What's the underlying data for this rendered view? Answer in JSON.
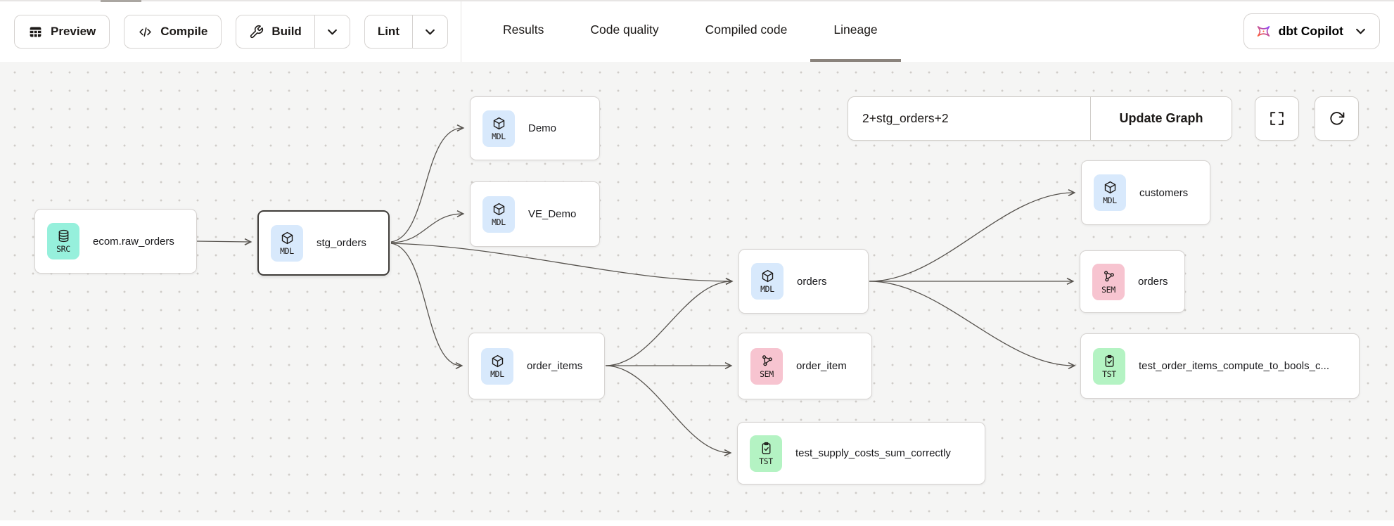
{
  "toolbar": {
    "preview_label": "Preview",
    "compile_label": "Compile",
    "build_label": "Build",
    "lint_label": "Lint",
    "copilot_label": "dbt Copilot"
  },
  "tabs": [
    {
      "label": "Results",
      "active": false
    },
    {
      "label": "Code quality",
      "active": false
    },
    {
      "label": "Compiled code",
      "active": false
    },
    {
      "label": "Lineage",
      "active": true
    }
  ],
  "graph_controls": {
    "selector_value": "2+stg_orders+2",
    "update_button_label": "Update Graph"
  },
  "colors": {
    "src_badge": "#96f0dc",
    "mdl_badge": "#d8e9fc",
    "sem_badge": "#f7c4d0",
    "tst_badge": "#b4f3c3",
    "active_tab_underline": "#8a837c",
    "canvas_background": "#f5f5f4",
    "edge_stroke": "#57534e",
    "copilot_gradient_start": "#ff5c35",
    "copilot_gradient_end": "#8a46ff"
  },
  "lineage": {
    "nodes": [
      {
        "id": "ecom.raw_orders",
        "label": "ecom.raw_orders",
        "badge": "SRC",
        "icon": "database-icon",
        "selected": false
      },
      {
        "id": "stg_orders",
        "label": "stg_orders",
        "badge": "MDL",
        "icon": "cube-icon",
        "selected": true
      },
      {
        "id": "Demo",
        "label": "Demo",
        "badge": "MDL",
        "icon": "cube-icon",
        "selected": false
      },
      {
        "id": "VE_Demo",
        "label": "VE_Demo",
        "badge": "MDL",
        "icon": "cube-icon",
        "selected": false
      },
      {
        "id": "orders_model",
        "label": "orders",
        "badge": "MDL",
        "icon": "cube-icon",
        "selected": false
      },
      {
        "id": "order_items",
        "label": "order_items",
        "badge": "MDL",
        "icon": "cube-icon",
        "selected": false
      },
      {
        "id": "order_item_sem",
        "label": "order_item",
        "badge": "SEM",
        "icon": "semantic-model-icon",
        "selected": false
      },
      {
        "id": "customers",
        "label": "customers",
        "badge": "MDL",
        "icon": "cube-icon",
        "selected": false
      },
      {
        "id": "orders_sem",
        "label": "orders",
        "badge": "SEM",
        "icon": "semantic-model-icon",
        "selected": false
      },
      {
        "id": "test_order_items",
        "label": "test_order_items_compute_to_bools_c...",
        "badge": "TST",
        "icon": "test-icon",
        "selected": false
      },
      {
        "id": "test_supply_costs",
        "label": "test_supply_costs_sum_correctly",
        "badge": "TST",
        "icon": "test-icon",
        "selected": false
      }
    ],
    "edges": [
      {
        "from": "ecom.raw_orders",
        "to": "stg_orders"
      },
      {
        "from": "stg_orders",
        "to": "Demo"
      },
      {
        "from": "stg_orders",
        "to": "VE_Demo"
      },
      {
        "from": "stg_orders",
        "to": "orders_model"
      },
      {
        "from": "stg_orders",
        "to": "order_items"
      },
      {
        "from": "order_items",
        "to": "orders_model"
      },
      {
        "from": "order_items",
        "to": "order_item_sem"
      },
      {
        "from": "order_items",
        "to": "test_supply_costs"
      },
      {
        "from": "orders_model",
        "to": "customers"
      },
      {
        "from": "orders_model",
        "to": "orders_sem"
      },
      {
        "from": "orders_model",
        "to": "test_order_items"
      }
    ]
  }
}
